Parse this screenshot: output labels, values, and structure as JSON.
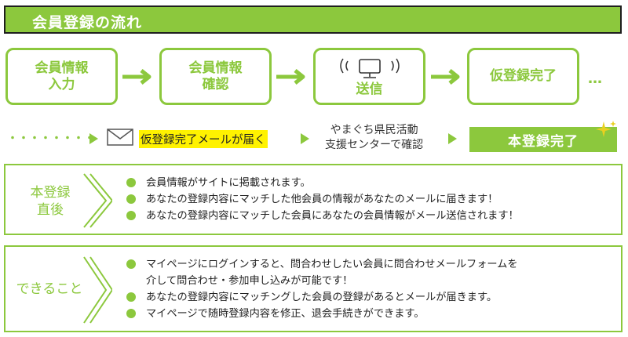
{
  "header": {
    "title": "会員登録の流れ"
  },
  "steps": [
    {
      "label": "会員情報\n入力"
    },
    {
      "label": "会員情報\n確認"
    },
    {
      "label": "送信"
    },
    {
      "label": "仮登録完了"
    }
  ],
  "continuation": "…",
  "row2": {
    "leading_dots": "・・・・・・・・",
    "mail_text": "仮登録完了メールが届く",
    "center_text": "やまぐち県民活動\n支援センターで確認",
    "final_label": "本登録完了"
  },
  "sections": [
    {
      "label": "本登録\n直後",
      "items": [
        "会員情報がサイトに掲載されます。",
        "あなたの登録内容にマッチした他会員の情報があなたのメールに届きます！",
        "あなたの登録内容にマッチした会員にあなたの会員情報がメール送信されます！"
      ]
    },
    {
      "label": "できること",
      "items": [
        "マイページにログインすると、問合わせしたい会員に問合わせメールフォームを\n介して問合わせ・参加申し込みが可能です！",
        "あなたの登録内容にマッチングした会員の登録があるとメールが届きます。",
        "マイページで随時登録内容を修正、退会手続きができます。"
      ]
    }
  ],
  "colors": {
    "accent": "#8cc83d",
    "highlight": "#fff200",
    "sparkle": "#e8d020"
  },
  "icons": [
    "monitor-icon",
    "envelope-icon",
    "sparkle-icon",
    "chevron-right-icon",
    "arrow-right-icon"
  ]
}
